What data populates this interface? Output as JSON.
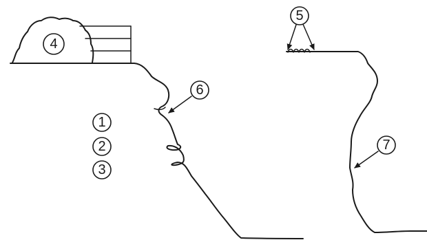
{
  "callouts": {
    "c1": "1",
    "c2": "2",
    "c3": "3",
    "c4": "4",
    "c5": "5",
    "c6": "6",
    "c7": "7"
  },
  "colors": {
    "ink": "#1a1a1a",
    "background": "#ffffff"
  }
}
